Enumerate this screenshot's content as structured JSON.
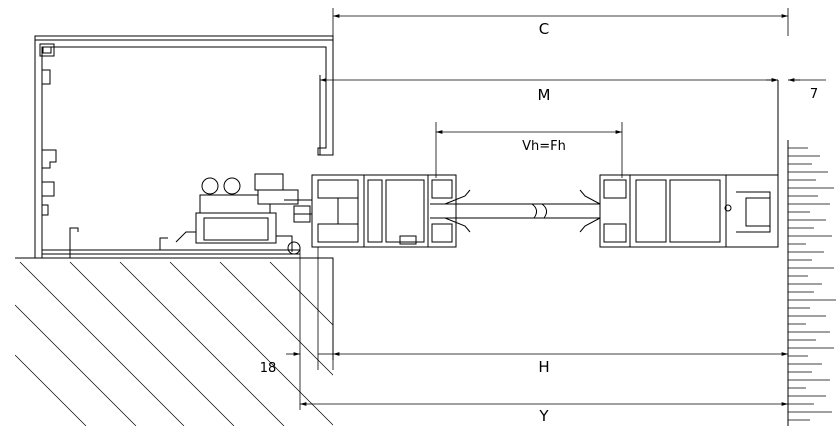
{
  "dimensions": {
    "C": "C",
    "M": "M",
    "seven": "7",
    "vh_fh": "Vh=Fh",
    "H": "H",
    "eighteen": "18",
    "Y": "Y"
  }
}
